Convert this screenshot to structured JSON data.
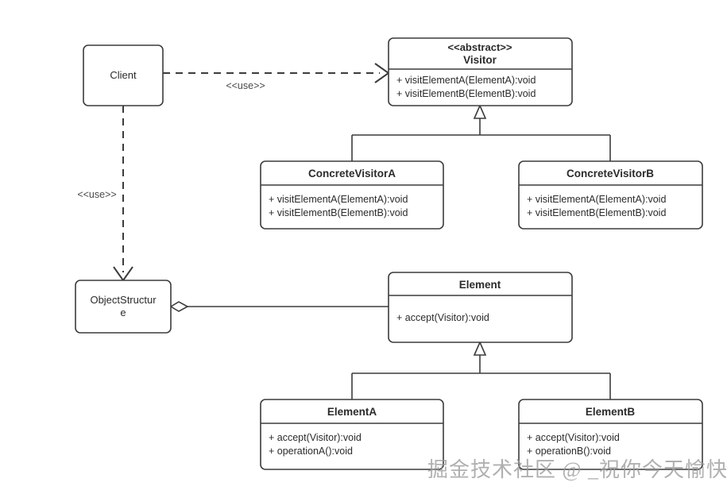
{
  "diagram": {
    "kind": "uml-class-diagram",
    "pattern_name": "Visitor Pattern",
    "background_color": "#ffffff",
    "stroke_color": "#3c3c3c",
    "text_color": "#2b2b2b"
  },
  "classes": {
    "client": {
      "name": "Client",
      "stereotype": "",
      "members": []
    },
    "visitor": {
      "stereotype": "<<abstract>>",
      "name": "Visitor",
      "members": [
        "+ visitElementA(ElementA):void",
        "+ visitElementB(ElementB):void"
      ]
    },
    "concrete_visitor_a": {
      "name": "ConcreteVisitorA",
      "members": [
        "+ visitElementA(ElementA):void",
        "+ visitElementB(ElementB):void"
      ]
    },
    "concrete_visitor_b": {
      "name": "ConcreteVisitorB",
      "members": [
        "+ visitElementA(ElementA):void",
        "+ visitElementB(ElementB):void"
      ]
    },
    "object_structure": {
      "name_line1": "ObjectStructur",
      "name_line2": "e",
      "name_full": "ObjectStructure",
      "members": []
    },
    "element": {
      "name": "Element",
      "members": [
        "+ accept(Visitor):void"
      ]
    },
    "element_a": {
      "name": "ElementA",
      "members": [
        "+ accept(Visitor):void",
        "+ operationA():void"
      ]
    },
    "element_b": {
      "name": "ElementB",
      "members": [
        "+ accept(Visitor):void",
        "+ operationB():void"
      ]
    }
  },
  "edges": {
    "client_to_visitor": {
      "label": "<<use>>",
      "type": "dependency",
      "style": "dashed-open-arrow"
    },
    "client_to_object_structure": {
      "label": "<<use>>",
      "type": "dependency",
      "style": "dashed-open-arrow"
    },
    "object_structure_to_element": {
      "label": "",
      "type": "aggregation",
      "style": "solid-hollow-diamond"
    },
    "concrete_visitor_a_to_visitor": {
      "label": "",
      "type": "generalization",
      "style": "solid-hollow-triangle"
    },
    "concrete_visitor_b_to_visitor": {
      "label": "",
      "type": "generalization",
      "style": "solid-hollow-triangle"
    },
    "element_a_to_element": {
      "label": "",
      "type": "generalization",
      "style": "solid-hollow-triangle"
    },
    "element_b_to_element": {
      "label": "",
      "type": "generalization",
      "style": "solid-hollow-triangle"
    }
  },
  "watermark": {
    "text": "掘金技术社区 @ _祝你今天愉快"
  }
}
